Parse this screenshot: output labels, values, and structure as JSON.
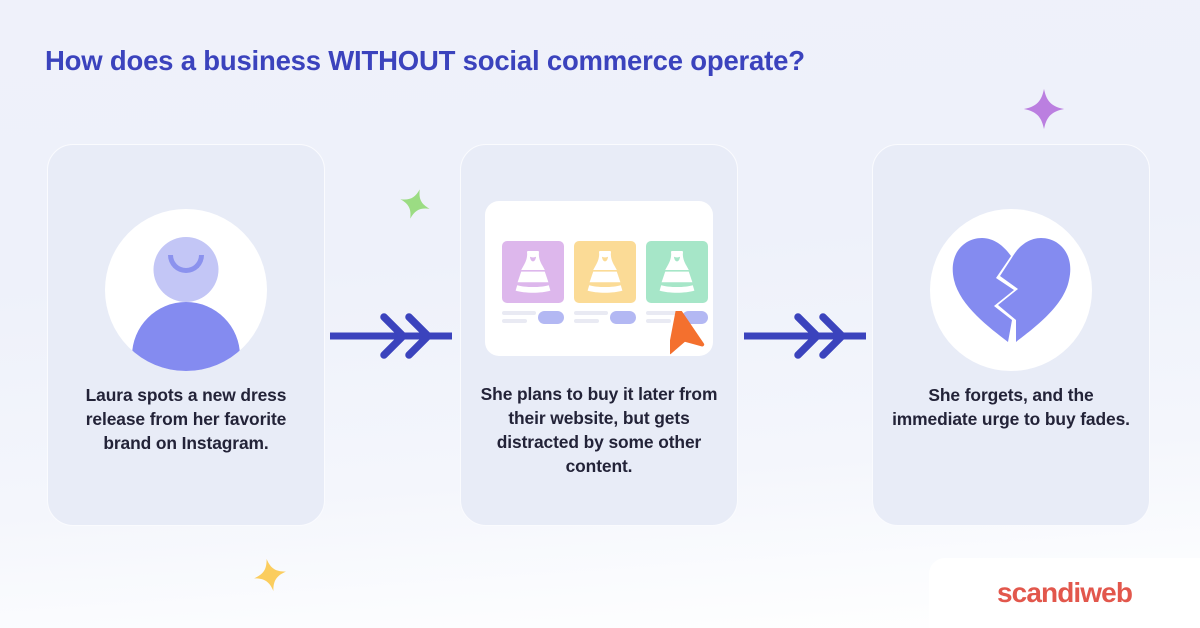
{
  "page": {
    "title": "How does a business WITHOUT social commerce operate?",
    "background_color": "#f1f3fb",
    "title_color": "#3b43bd"
  },
  "steps": [
    {
      "id": "step-1",
      "illustration": "user-avatar-icon",
      "caption": "Laura spots a new dress release from her favorite brand on Instagram."
    },
    {
      "id": "step-2",
      "illustration": "website-product-grid-icon",
      "caption": "She plans to buy it later from their website, but gets distracted by some other content."
    },
    {
      "id": "step-3",
      "illustration": "broken-heart-icon",
      "caption": "She forgets, and the immediate urge to buy fades."
    }
  ],
  "connectors": [
    {
      "id": "arrow-1",
      "icon": "double-chevron-right-arrow-icon",
      "color": "#3b43bd"
    },
    {
      "id": "arrow-2",
      "icon": "double-chevron-right-arrow-icon",
      "color": "#3b43bd"
    }
  ],
  "decorations": [
    {
      "id": "sparkle-purple",
      "icon": "sparkle-icon",
      "color": "#bb7fe0"
    },
    {
      "id": "sparkle-green",
      "icon": "sparkle-icon",
      "color": "#9bdc83"
    },
    {
      "id": "sparkle-yellow",
      "icon": "sparkle-icon",
      "color": "#fbcd5e"
    }
  ],
  "mockup": {
    "products": [
      {
        "tile_color": "#ddb7ec",
        "icon": "dress-icon"
      },
      {
        "tile_color": "#fbdb96",
        "icon": "dress-icon"
      },
      {
        "tile_color": "#a6e6c8",
        "icon": "dress-icon"
      }
    ],
    "cursor_icon": "cursor-arrow-icon",
    "cursor_color": "#f4702e",
    "button_color": "#b3b8f3"
  },
  "branding": {
    "logo_text": "scandiweb",
    "logo_color": "#e2574c"
  }
}
